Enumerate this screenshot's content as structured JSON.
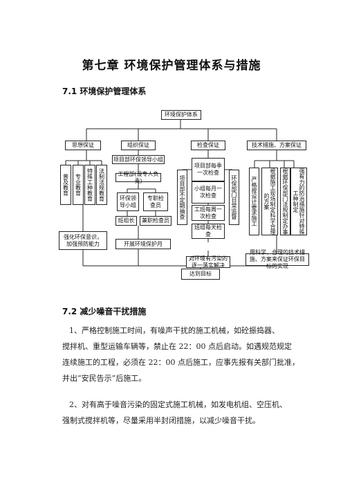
{
  "title": "第七章  环境保护管理体系与措施",
  "sections": [
    {
      "heading": "7.1 环境保护管理体系"
    },
    {
      "heading": "7.2 减少噪音干扰措施"
    }
  ],
  "diagram": {
    "root": "环境保护体系",
    "branches": [
      "思想保证",
      "组织保证",
      "检查保证",
      "技术措施、方案保证"
    ],
    "ideology": [
      "普及教育",
      "专业教育",
      "特殊工种教育",
      "法制法规教育"
    ],
    "ideology_result": "强化环保意识，加强预防能力",
    "org_leader": "项目部环保领导小组",
    "org_dept": "工程部(设专人负责)",
    "org_group": "环保领导小组",
    "org_inspector": "专职检查员",
    "org_team_leader": "班组长",
    "org_part_inspector": "兼职检查员",
    "org_result": "开展环境保护月",
    "check_left": "项目部不定期抽查",
    "check_items": [
      "项目部每季一次检查",
      "小组每月一次检查",
      "工班每周一次检查",
      "班组每天检查"
    ],
    "check_right": "环保部门日常监督",
    "check_result": "对环境有污染的逐一落实解决",
    "tech": [
      "严格按设计要求施工",
      "根据施工现场制定科学合理的方案",
      "根据环保部门法规制定办事",
      "强有力的防治措施针对特殊工种制定"
    ],
    "tech_result": "用科学、合理的技术措施、方案来保证环保目标的实现",
    "goal": "达到目标"
  },
  "paragraphs": [
    {
      "lines": [
        "1、严格控制施工时间，有噪声干扰的施工机械，如砼振捣器、",
        "搅拌机、重型运输车辆等，禁止在 22：00 点后启动。如遇规范规定",
        "连续施工的工程，必须在 22：00 点后施工，应事先报有关部门批准，",
        "并出“安民告示”后施工。"
      ]
    },
    {
      "lines": [
        "2、对有高于噪音污染的固定式施工机械，如发电机组、空压机、",
        "强制式搅拌机等，尽量采用半封闭措施，以减少噪音干扰。"
      ]
    }
  ]
}
